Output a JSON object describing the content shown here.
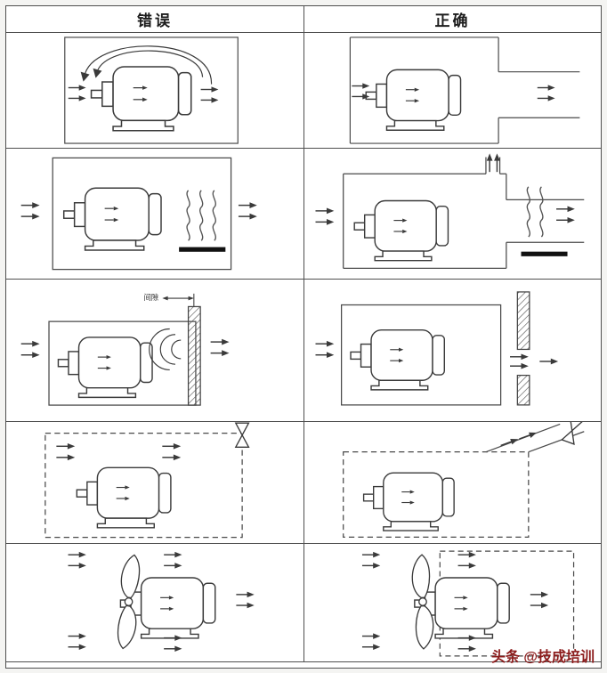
{
  "header": {
    "wrong_label": "错误",
    "correct_label": "正确"
  },
  "annotations": {
    "gap_label": "间隙"
  },
  "watermark": {
    "text": "头条 @技成培训",
    "color": "#8c1c1c"
  },
  "colors": {
    "line": "#3a3a3a",
    "border": "#4f4f4f",
    "heat_bar": "#111111"
  }
}
